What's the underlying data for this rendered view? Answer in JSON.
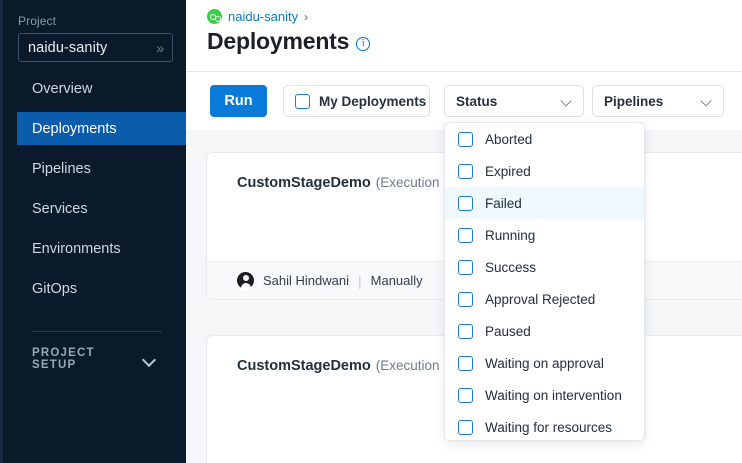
{
  "sidebar": {
    "project_label": "Project",
    "project_value": "naidu-sanity",
    "project_chevron": "double-chevron-right-icon",
    "nav": [
      {
        "label": "Overview",
        "active": false
      },
      {
        "label": "Deployments",
        "active": true
      },
      {
        "label": "Pipelines",
        "active": false
      },
      {
        "label": "Services",
        "active": false
      },
      {
        "label": "Environments",
        "active": false
      },
      {
        "label": "GitOps",
        "active": false
      }
    ],
    "section_label": "PROJECT SETUP"
  },
  "header": {
    "breadcrumb_project": "naidu-sanity",
    "breadcrumb_separator": "›",
    "title": "Deployments",
    "info_glyph": "i"
  },
  "toolbar": {
    "run_label": "Run",
    "my_deployments_label": "My Deployments",
    "my_deployments_checked": false,
    "status_label": "Status",
    "pipelines_label": "Pipelines"
  },
  "status_dropdown": {
    "open": true,
    "highlight_color": "#eef8fd",
    "items": [
      {
        "label": "Aborted",
        "checked": false,
        "highlighted": false
      },
      {
        "label": "Expired",
        "checked": false,
        "highlighted": false
      },
      {
        "label": "Failed",
        "checked": false,
        "highlighted": true
      },
      {
        "label": "Running",
        "checked": false,
        "highlighted": false
      },
      {
        "label": "Success",
        "checked": false,
        "highlighted": false
      },
      {
        "label": "Approval Rejected",
        "checked": false,
        "highlighted": false
      },
      {
        "label": "Paused",
        "checked": false,
        "highlighted": false
      },
      {
        "label": "Waiting on approval",
        "checked": false,
        "highlighted": false
      },
      {
        "label": "Waiting on intervention",
        "checked": false,
        "highlighted": false
      },
      {
        "label": "Waiting for resources",
        "checked": false,
        "highlighted": false
      }
    ]
  },
  "cards": [
    {
      "name": "CustomStageDemo",
      "execution": "(Execution Id",
      "user": "Sahil Hindwani",
      "separator": "|",
      "trigger": "Manually",
      "has_footer": true
    },
    {
      "name": "CustomStageDemo",
      "execution": "(Execution Id",
      "user": "",
      "separator": "",
      "trigger": "",
      "has_footer": false
    }
  ],
  "colors": {
    "sidebar_bg": "#0b1a2b",
    "sidebar_active": "#0b5cab",
    "accent_blue": "#0a7ad8",
    "breadcrumb_icon": "#3ccb4a",
    "content_bg": "#f4f6f8"
  }
}
